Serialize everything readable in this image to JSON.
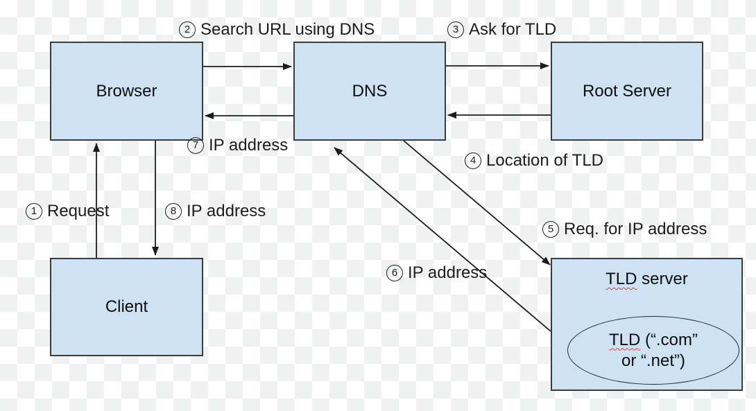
{
  "nodes": {
    "browser": "Browser",
    "dns": "DNS",
    "root_server": "Root Server",
    "client": "Client"
  },
  "tld_server": {
    "title_tld": "TLD",
    "title_rest": " server",
    "ellipse_tld": "TLD",
    "ellipse_line1_rest": " (“.com”",
    "ellipse_line2": "or “.net”)"
  },
  "labels": [
    {
      "num": "1",
      "text": "Request"
    },
    {
      "num": "2",
      "text": "Search URL using DNS"
    },
    {
      "num": "3",
      "text": "Ask for TLD"
    },
    {
      "num": "4",
      "text": "Location of TLD"
    },
    {
      "num": "5",
      "text": "Req. for IP address"
    },
    {
      "num": "6",
      "text": "IP address"
    },
    {
      "num": "7",
      "text": "IP address"
    },
    {
      "num": "8",
      "text": "IP address"
    }
  ],
  "colors": {
    "node_fill": "#cfe2f3",
    "node_border": "#3b3b3b",
    "arrow": "#1c1c1c",
    "spellcheck_squiggle": "#d93f35",
    "background_checker": "#f0f1f1"
  }
}
